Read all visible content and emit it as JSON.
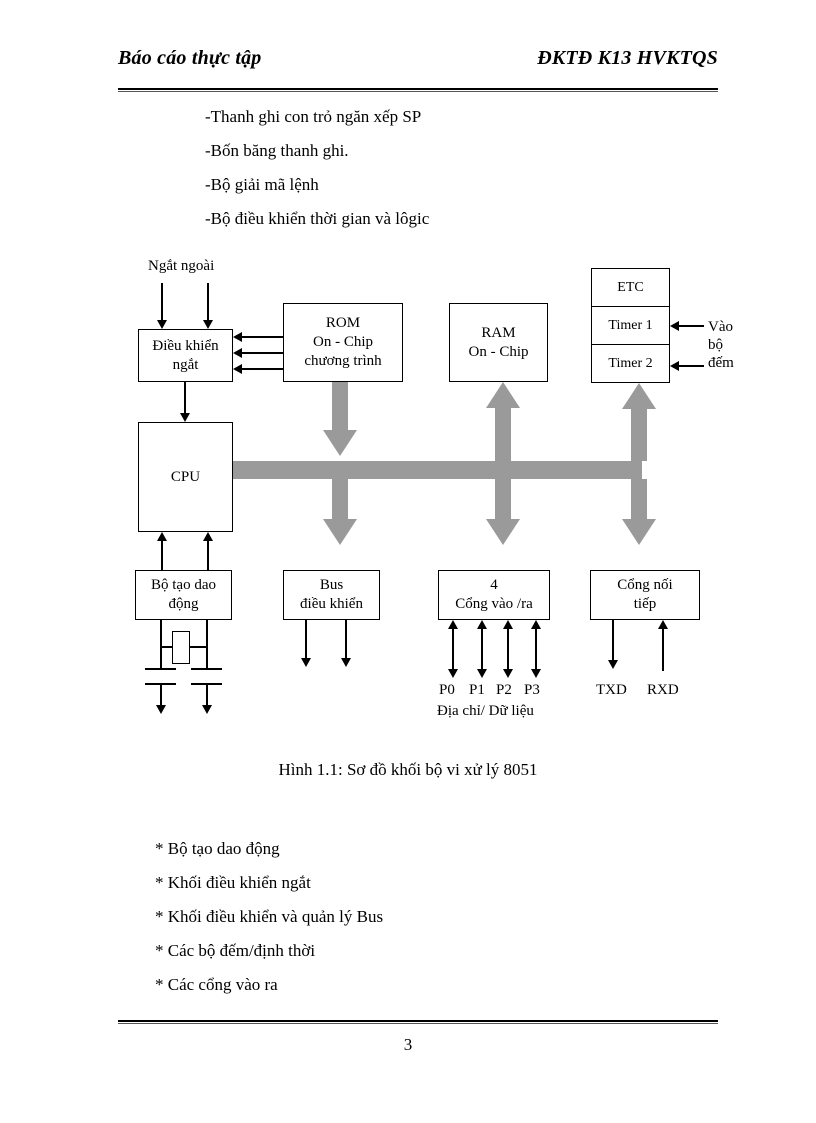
{
  "header": {
    "left_title": "Báo cáo thực tập",
    "right_title": "ĐKTĐ K13 HVKTQS"
  },
  "footer": {
    "page_number": "3"
  },
  "top_list": [
    "-Thanh ghi con trỏ ngăn xếp SP",
    "-Bốn băng thanh ghi.",
    "-Bộ giải mã lệnh",
    "-Bộ điều khiển thời gian và lôgic"
  ],
  "figure": {
    "caption": "Hình  1.1: Sơ đồ khối bộ vi xử lý 8051",
    "labels": {
      "external_interrupt": "Ngắt ngoài",
      "counter_input_l1": "Vào",
      "counter_input_l2": "bộ",
      "counter_input_l3": "đếm",
      "port_names": [
        "P0",
        "P1",
        "P2",
        "P3"
      ],
      "port_sub": "Địa chỉ/ Dữ liệu",
      "serial_tx": "TXD",
      "serial_rx": "RXD"
    },
    "blocks": {
      "interrupt_ctrl": {
        "line1": "Điều khiển",
        "line2": "ngắt"
      },
      "rom": {
        "line1": "ROM",
        "line2": "On - Chip",
        "line3": "chương trình"
      },
      "ram": {
        "line1": "RAM",
        "line2": "On - Chip"
      },
      "etc": {
        "line1": "ETC",
        "line2": "Timer  1",
        "line3": "Timer  2"
      },
      "cpu": {
        "line1": "CPU"
      },
      "oscillator": {
        "line1": "Bộ tạo dao",
        "line2": "động"
      },
      "control_bus": {
        "line1": "Bus",
        "line2": "điều khiển"
      },
      "io_ports": {
        "line1": "4",
        "line2": "Cổng vào /ra"
      },
      "serial_port": {
        "line1": "Cổng nối",
        "line2": "tiếp"
      }
    }
  },
  "bottom_list": [
    "* Bộ tạo dao động",
    "* Khối điều khiển ngắt",
    "* Khối điều khiển và quản lý Bus",
    "* Các bộ đếm/định thời",
    "* Các cổng vào ra"
  ],
  "colors": {
    "bus_grey": "#9a9a9a",
    "ink": "#000000",
    "paper": "#ffffff"
  }
}
